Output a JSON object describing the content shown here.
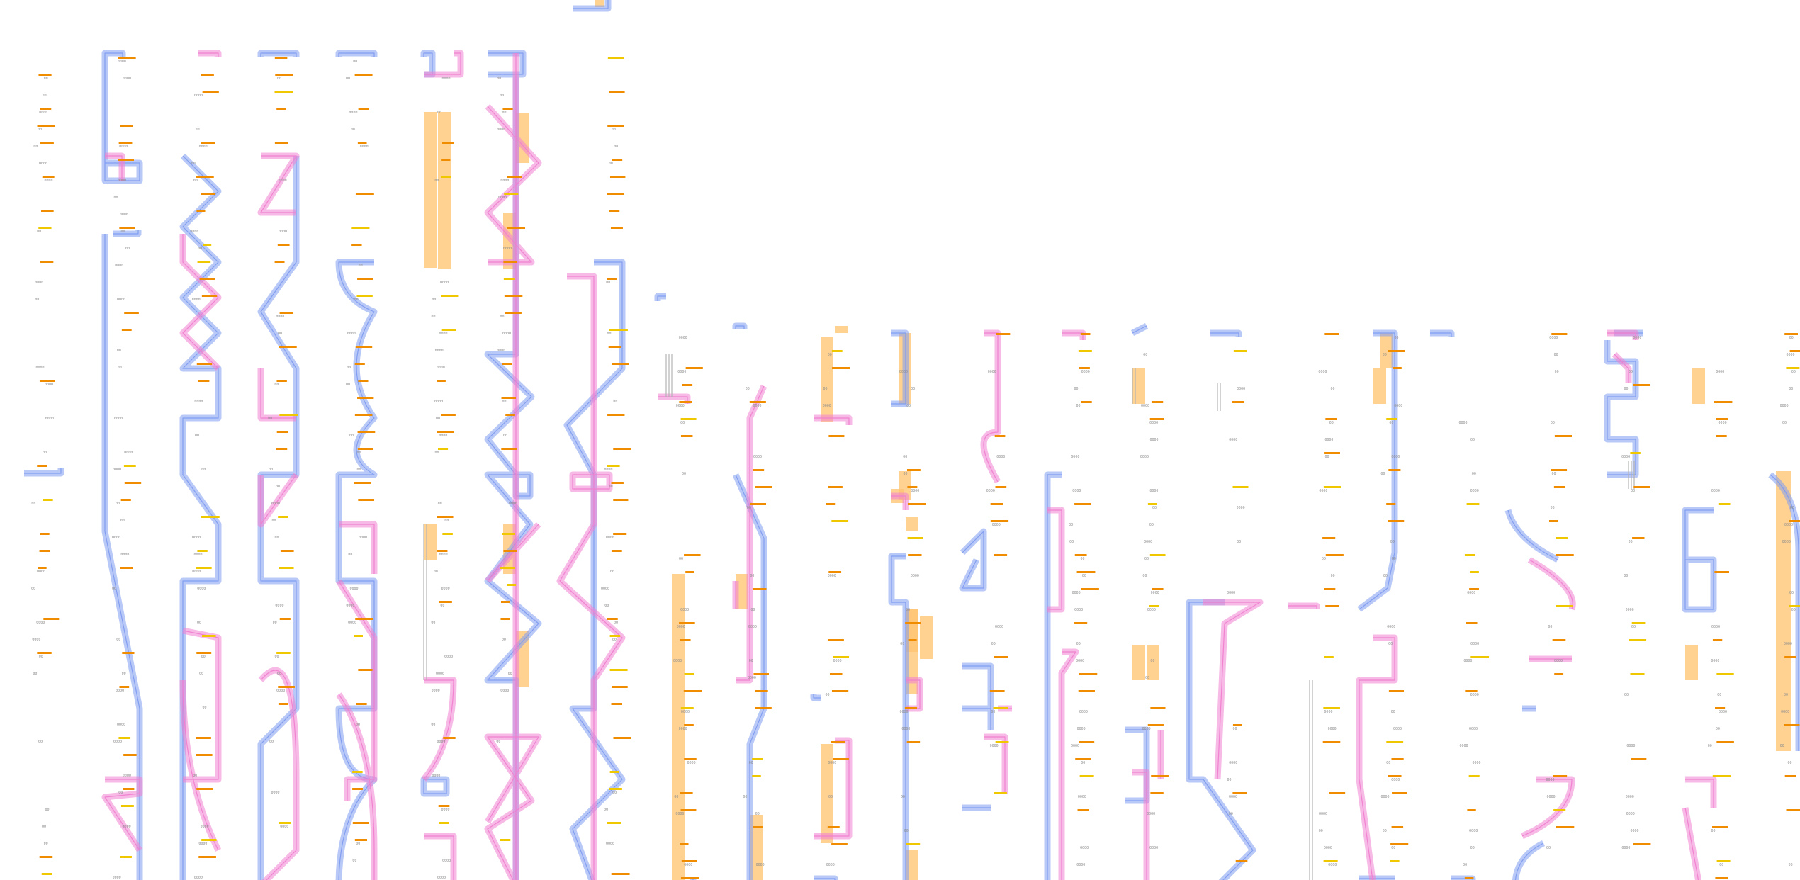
{
  "colors": {
    "strand_blue": "#7f9cf0",
    "strand_pink": "#f07fd0",
    "helix_orange": "#ffc36e",
    "marker_orange": "#f08c00",
    "marker_yellow": "#f0c800",
    "scaffold_gray": "#b4b4b4",
    "label_gray": "#8a8a8a",
    "bar_dark": "#c87800"
  },
  "diagram": {
    "type": "strand-routing-schematic",
    "column_count": 24,
    "strand_label": "0000",
    "marker_label": "00"
  }
}
